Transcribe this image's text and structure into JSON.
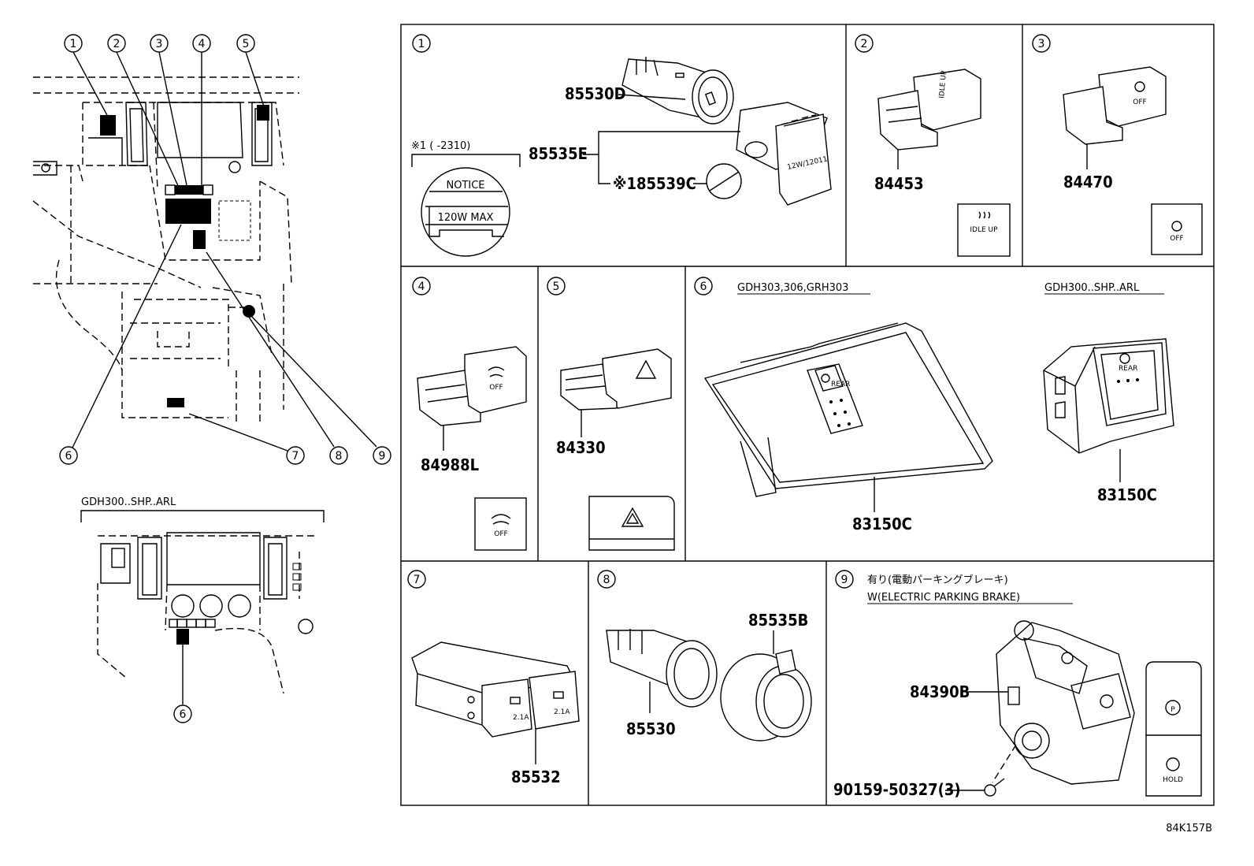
{
  "overview": {
    "callouts": [
      "1",
      "2",
      "3",
      "4",
      "5",
      "6",
      "7",
      "8",
      "9"
    ],
    "variant_label": "GDH300..SHP..ARL",
    "variant_callout": "6"
  },
  "panels": {
    "p1": {
      "num": "1",
      "parts": [
        "85530D",
        "85535E",
        "85539C"
      ],
      "note_marker": "※1",
      "note_range": "※1 (       -2310)",
      "notice_line1": "NOTICE",
      "notice_line2": "120W MAX",
      "cover_text": "12W/12011"
    },
    "p2": {
      "num": "2",
      "part": "84453",
      "icon_text": "IDLE UP"
    },
    "p3": {
      "num": "3",
      "part": "84470",
      "icon_text": "OFF"
    },
    "p4": {
      "num": "4",
      "part": "84988L",
      "icon_text": "OFF"
    },
    "p5": {
      "num": "5",
      "part": "84330"
    },
    "p6": {
      "num": "6",
      "variant_a": "GDH303,306,GRH303",
      "variant_b": "GDH300..SHP..ARL",
      "part_a": "83150C",
      "part_b": "83150C",
      "icon_text": "REAR"
    },
    "p7": {
      "num": "7",
      "part": "85532",
      "port_label_1": "2.1A",
      "port_label_2": "2.1A"
    },
    "p8": {
      "num": "8",
      "part_a": "85530",
      "part_b": "85535B"
    },
    "p9": {
      "num": "9",
      "title_jp": "有り(電動パーキングブレーキ)",
      "title_en": "W(ELECTRIC PARKING BRAKE)",
      "part_a": "84390B",
      "part_b": "90159-50327(3)",
      "btn_p": "P",
      "btn_hold": "HOLD"
    }
  },
  "figure_id": "84K157B"
}
